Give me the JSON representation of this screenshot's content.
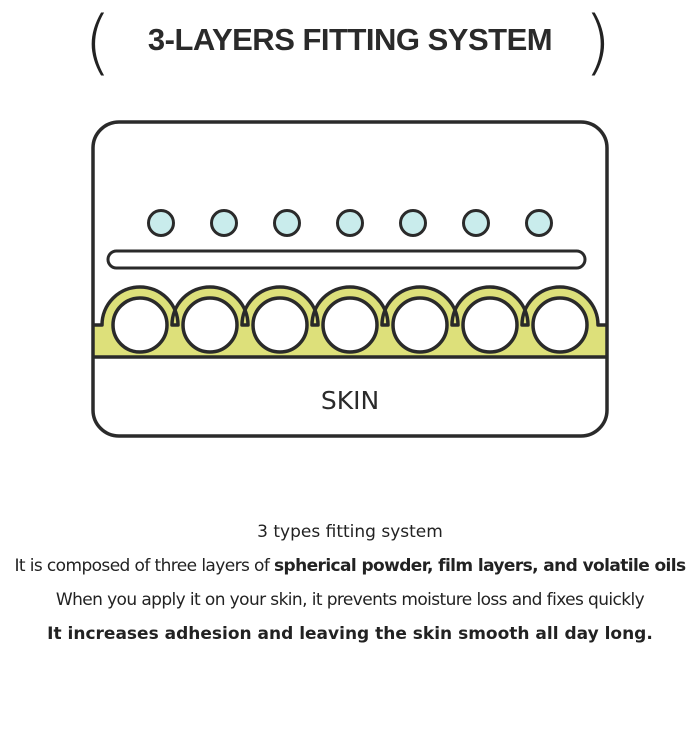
{
  "title": {
    "open_paren": "(",
    "text": "3-LAYERS FITTING SYSTEM",
    "close_paren": ")"
  },
  "diagram": {
    "skin_label": "SKIN",
    "oil_dot_count": 7,
    "powder_sphere_count": 7,
    "colors": {
      "outline": "#2a2a2a",
      "oil_droplet": "#c9ecec",
      "powder_layer": "#dde07a",
      "background": "#ffffff"
    }
  },
  "description": {
    "line1": "3 types fitting system",
    "line2_normal": "It is composed of three layers of ",
    "line2_bold": "spherical powder, film layers, and volatile oils",
    "line3": "When you apply it on your skin, it prevents moisture loss and fixes quickly",
    "line4_bold": "It increases adhesion and leaving the skin smooth all day long."
  }
}
